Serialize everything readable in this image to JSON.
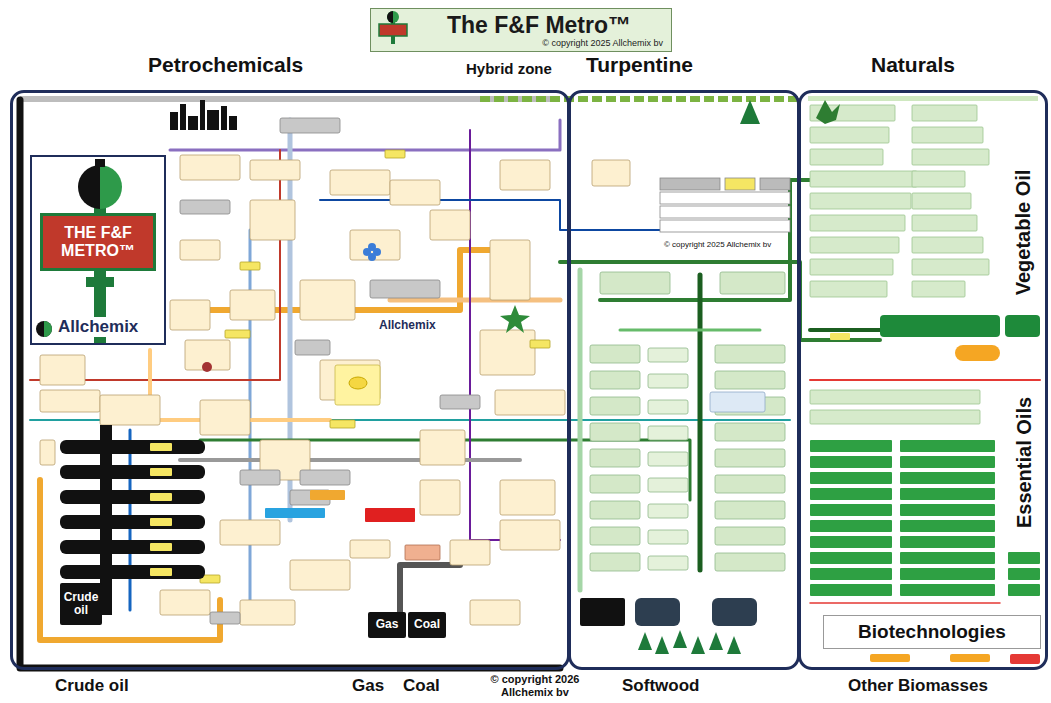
{
  "diagram": {
    "nodes": [
      {
        "text": [
          "The F&F Metro™",
          "© copyright 2025 Allchemix bv"
        ]
      },
      {
        "text": [
          "Petrochemicals"
        ]
      },
      {
        "text": [
          "Allchemix"
        ],
        "in": 1
      },
      {
        "text": [
          "THE F&F METRO™"
        ],
        "in": 2
      },
      {
        "text": [
          "Crude oil"
        ],
        "in": 1
      },
      {
        "text": [
          "Gas"
        ],
        "in": 1
      },
      {
        "text": [
          "Coal"
        ],
        "in": 1
      },
      {
        "text": [
          "Turpentine"
        ]
      },
      {
        "text": [
          "Naturals"
        ]
      },
      {
        "text": [
          "Biotechnologies"
        ],
        "in": 8
      }
    ],
    "labels": [
      "Hybrid zone",
      "Allchemix",
      "© copyright 2025 Allchemix bv",
      "Vegetable Oil",
      "Essential Oils",
      "Crude oil",
      "Gas",
      "Coal",
      "© copyright 2026 Allchemix bv",
      "Softwood",
      "Other Biomasses"
    ]
  }
}
